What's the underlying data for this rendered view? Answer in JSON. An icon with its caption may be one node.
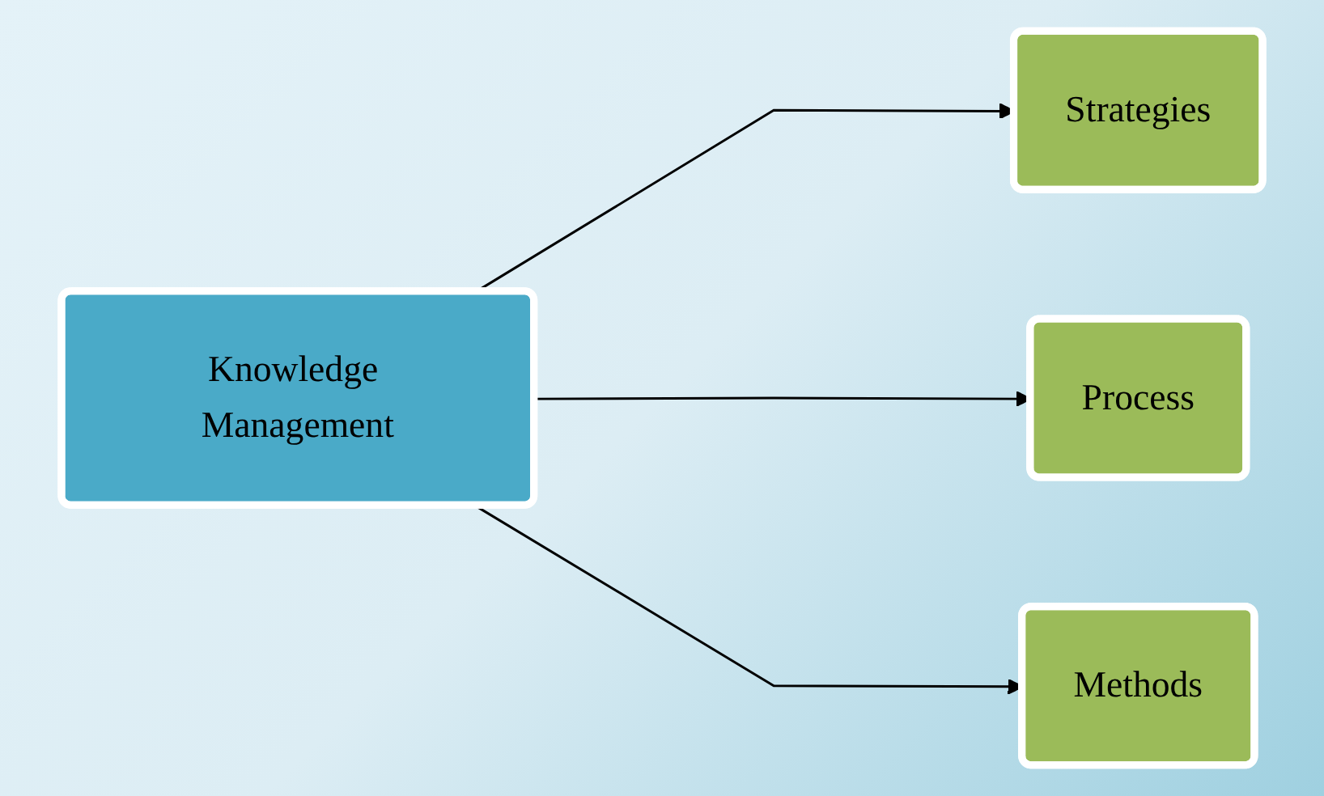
{
  "diagram": {
    "nodes": [
      {
        "text": [
          "Knowledge Management"
        ]
      },
      {
        "text": [
          "Strategies"
        ]
      },
      {
        "text": [
          "Process"
        ]
      },
      {
        "text": [
          "Methods"
        ]
      }
    ],
    "edges": [
      {
        "from": 0,
        "to": 1,
        "arrow": "to"
      },
      {
        "from": 0,
        "to": 2,
        "arrow": "to"
      },
      {
        "from": 0,
        "to": 3,
        "arrow": "to"
      }
    ]
  }
}
